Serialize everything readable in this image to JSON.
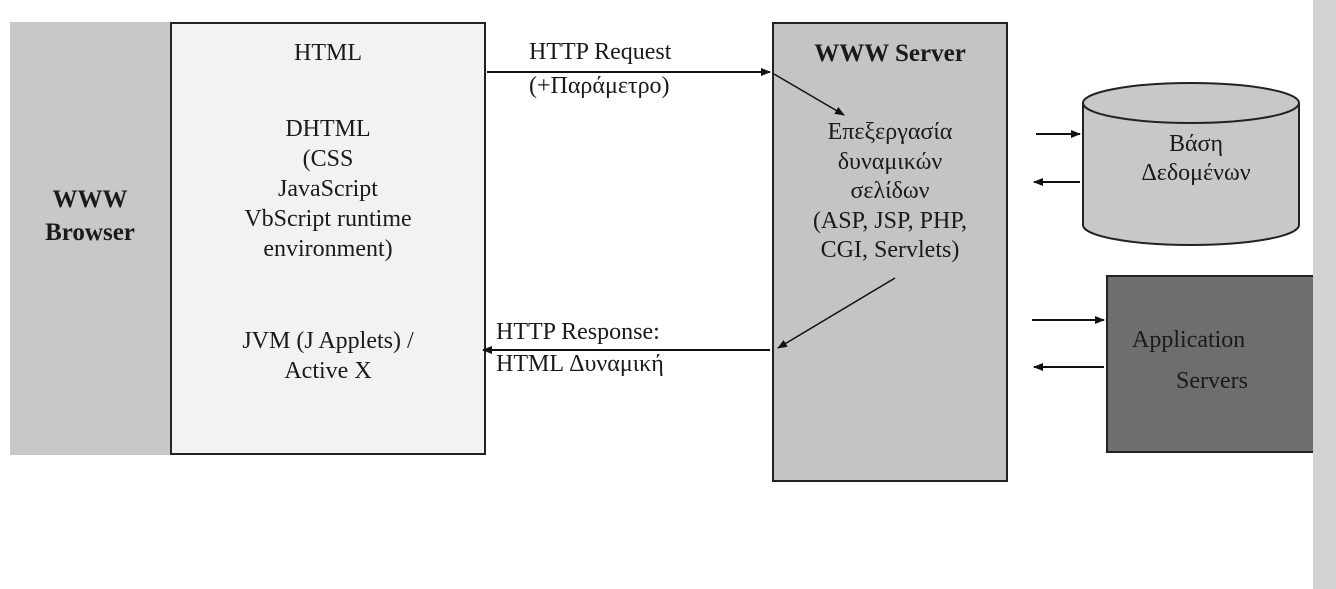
{
  "browser": {
    "label_line1": "WWW",
    "label_line2": "Browser"
  },
  "client": {
    "title": "HTML",
    "dhtml_lines": [
      "DHTML",
      "(CSS",
      "JavaScript",
      "VbScript runtime",
      "environment)"
    ],
    "jvm_lines": [
      "JVM (J Applets) /",
      "Active X"
    ]
  },
  "request": {
    "line1": "HTTP Request",
    "line2": "(+Παράμετρο)"
  },
  "response": {
    "line1": "HTTP Response:",
    "line2": "HTML Δυναμική"
  },
  "server": {
    "title": "WWW Server",
    "lines": [
      "Επεξεργασία",
      "δυναμικών",
      "σελίδων",
      "(ASP, JSP, PHP,",
      "CGI, Servlets)"
    ]
  },
  "database": {
    "line1": "Βάση",
    "line2": "Δεδομένων"
  },
  "app_server": {
    "line1": "Application",
    "line2": "Servers"
  },
  "colors": {
    "browser_panel": "#c8c8c8",
    "client_box": "#f2f2f2",
    "server_box": "#c4c4c4",
    "database": "#c8c8c8",
    "app_server": "#6e6e6e"
  }
}
